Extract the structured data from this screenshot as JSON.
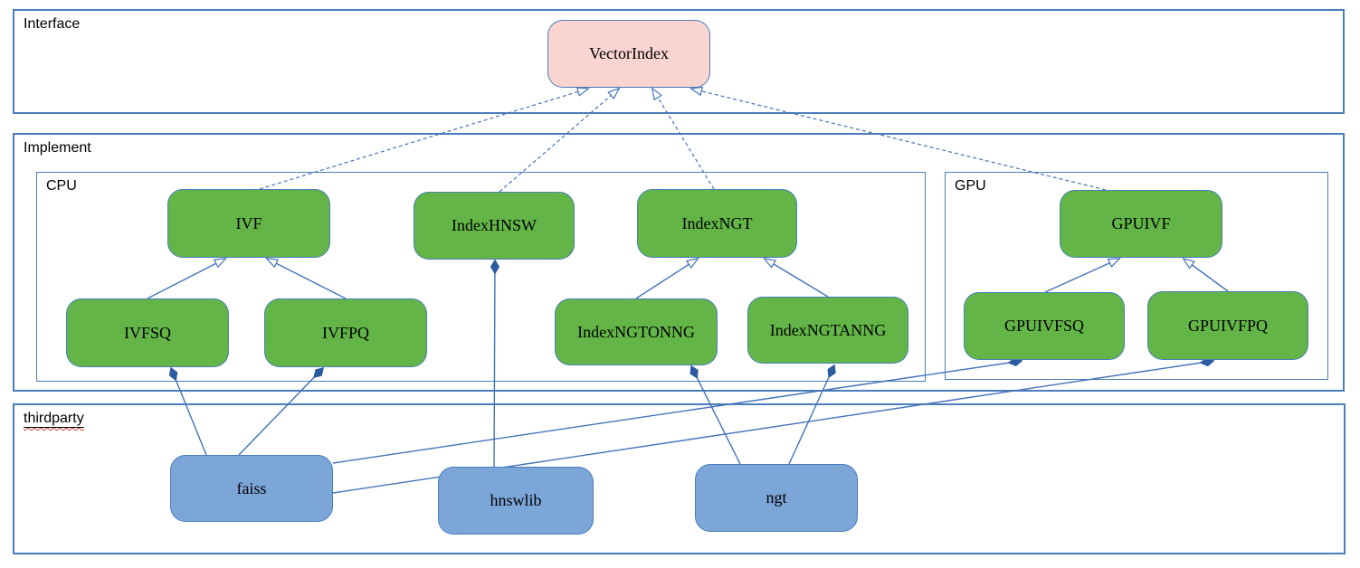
{
  "diagram": {
    "containers": {
      "interface": {
        "label": "Interface"
      },
      "implement": {
        "label": "Implement"
      },
      "cpu": {
        "label": "CPU"
      },
      "gpu": {
        "label": "GPU"
      },
      "thirdparty": {
        "label": "thirdparty"
      }
    },
    "nodes": {
      "vectorindex": {
        "label": "VectorIndex",
        "kind": "interface"
      },
      "ivf": {
        "label": "IVF",
        "kind": "implementation"
      },
      "indexhnsw": {
        "label": "IndexHNSW",
        "kind": "implementation"
      },
      "indexngt": {
        "label": "IndexNGT",
        "kind": "implementation"
      },
      "gpuivf": {
        "label": "GPUIVF",
        "kind": "implementation"
      },
      "ivfsq": {
        "label": "IVFSQ",
        "kind": "implementation"
      },
      "ivfpq": {
        "label": "IVFPQ",
        "kind": "implementation"
      },
      "indexngtonng": {
        "label": "IndexNGTONNG",
        "kind": "implementation"
      },
      "indexngtanng": {
        "label": "IndexNGTANNG",
        "kind": "implementation"
      },
      "gpuivfsq": {
        "label": "GPUIVFSQ",
        "kind": "implementation"
      },
      "gpuivfpq": {
        "label": "GPUIVFPQ",
        "kind": "implementation"
      },
      "faiss": {
        "label": "faiss",
        "kind": "thirdparty"
      },
      "hnswlib": {
        "label": "hnswlib",
        "kind": "thirdparty"
      },
      "ngt": {
        "label": "ngt",
        "kind": "thirdparty"
      }
    },
    "edges": [
      {
        "from": "ivf",
        "to": "vectorindex",
        "type": "dashed-generalization"
      },
      {
        "from": "indexhnsw",
        "to": "vectorindex",
        "type": "dashed-generalization"
      },
      {
        "from": "indexngt",
        "to": "vectorindex",
        "type": "dashed-generalization"
      },
      {
        "from": "gpuivf",
        "to": "vectorindex",
        "type": "dashed-generalization"
      },
      {
        "from": "ivfsq",
        "to": "ivf",
        "type": "generalization"
      },
      {
        "from": "ivfpq",
        "to": "ivf",
        "type": "generalization"
      },
      {
        "from": "indexngtonng",
        "to": "indexngt",
        "type": "generalization"
      },
      {
        "from": "indexngtanng",
        "to": "indexngt",
        "type": "generalization"
      },
      {
        "from": "gpuivfsq",
        "to": "gpuivf",
        "type": "generalization"
      },
      {
        "from": "gpuivfpq",
        "to": "gpuivf",
        "type": "generalization"
      },
      {
        "from": "faiss",
        "to": "ivfsq",
        "type": "composition"
      },
      {
        "from": "faiss",
        "to": "ivfpq",
        "type": "composition"
      },
      {
        "from": "faiss",
        "to": "gpuivfsq",
        "type": "composition"
      },
      {
        "from": "faiss",
        "to": "gpuivfpq",
        "type": "composition"
      },
      {
        "from": "hnswlib",
        "to": "indexhnsw",
        "type": "composition"
      },
      {
        "from": "ngt",
        "to": "indexngtonng",
        "type": "composition"
      },
      {
        "from": "ngt",
        "to": "indexngtanng",
        "type": "composition"
      }
    ],
    "colors": {
      "interface_fill": "#f9d4d1",
      "implementation_fill": "#62b546",
      "thirdparty_fill": "#7ca5d8",
      "node_border": "#4a7ebb",
      "container_border": "#4a7ebb",
      "line": "#4473b9",
      "diamond_fill": "#2c5ba0",
      "squiggle": "#d23f31",
      "text": "#000000",
      "background": "#ffffff"
    }
  }
}
